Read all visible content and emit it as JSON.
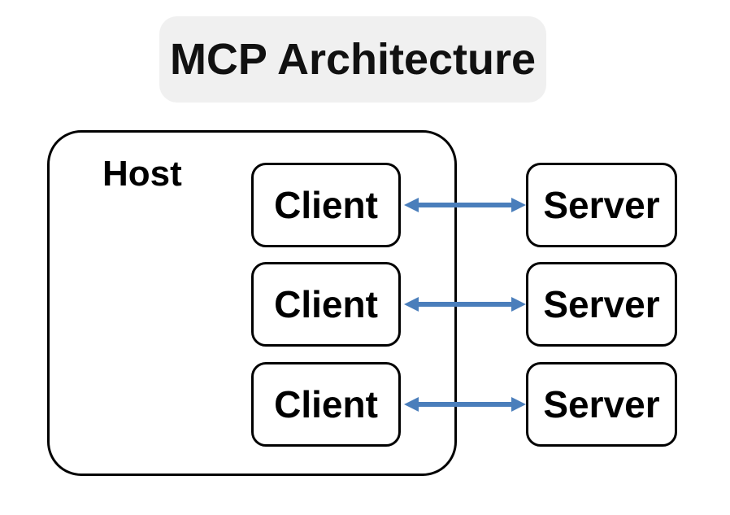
{
  "diagram": {
    "title": "MCP Architecture",
    "title_background": "#f0f0f0",
    "background": "#ffffff",
    "stroke_color": "#000000",
    "arrow_color": "#4a7ebb",
    "host": {
      "label": "Host"
    },
    "rows": [
      {
        "client_label": "Client",
        "server_label": "Server",
        "connector": "double-headed-arrow"
      },
      {
        "client_label": "Client",
        "server_label": "Server",
        "connector": "double-headed-arrow"
      },
      {
        "client_label": "Client",
        "server_label": "Server",
        "connector": "double-headed-arrow"
      }
    ]
  }
}
